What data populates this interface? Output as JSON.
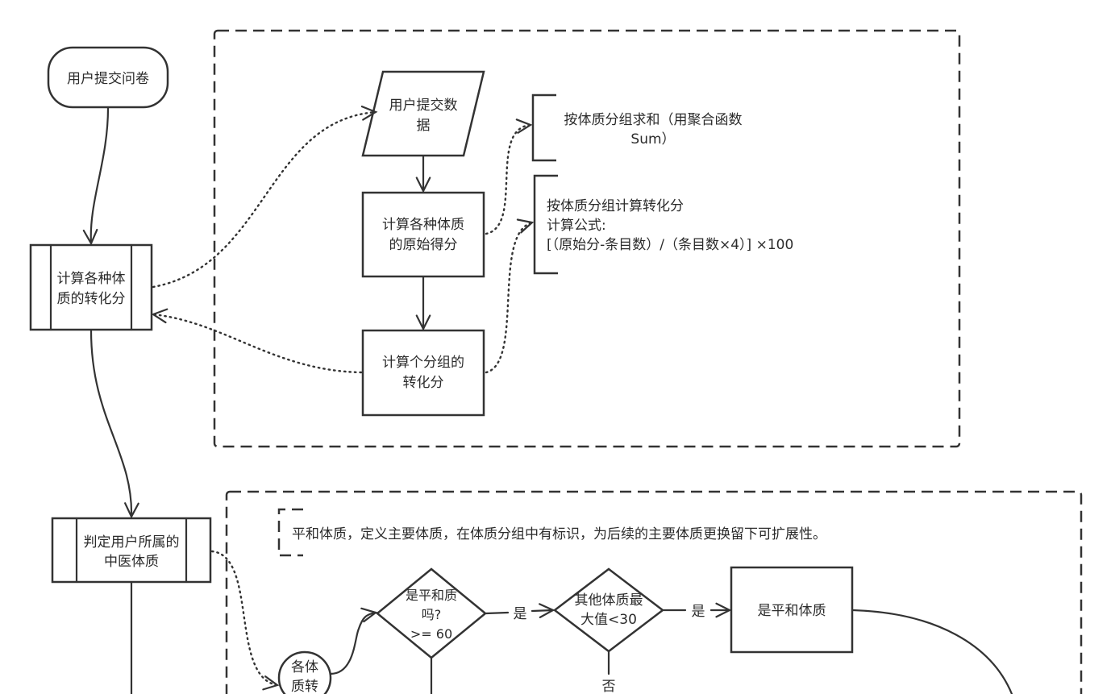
{
  "nodes": {
    "start": "用户提交问卷",
    "calc_convert": [
      "计算各种体",
      "质的转化分"
    ],
    "user_data": [
      "用户提交数",
      "据"
    ],
    "raw_score": [
      "计算各种体质",
      "的原始得分"
    ],
    "group_convert": [
      "计算个分组的",
      "转化分"
    ],
    "judge": [
      "判定用户所属的",
      "中医体质"
    ],
    "each_convert": [
      "各体",
      "质转"
    ],
    "is_pinghe_q": [
      "是平和质",
      "吗?",
      ">= 60"
    ],
    "others_max": [
      "其他体质最",
      "大值<30"
    ],
    "is_pinghe": "是平和体质"
  },
  "annotations": {
    "sum": [
      "按体质分组求和（用聚合函数",
      "Sum）"
    ],
    "formula": [
      "按体质分组计算转化分",
      "计算公式:",
      "[（原始分-条目数）/（条目数×4）] ×100"
    ],
    "note": "平和体质，定义主要体质，在体质分组中有标识，为后续的主要体质更换留下可扩展性。"
  },
  "edge_labels": {
    "yes_1": "是",
    "yes_2": "是",
    "no_1": "否"
  }
}
